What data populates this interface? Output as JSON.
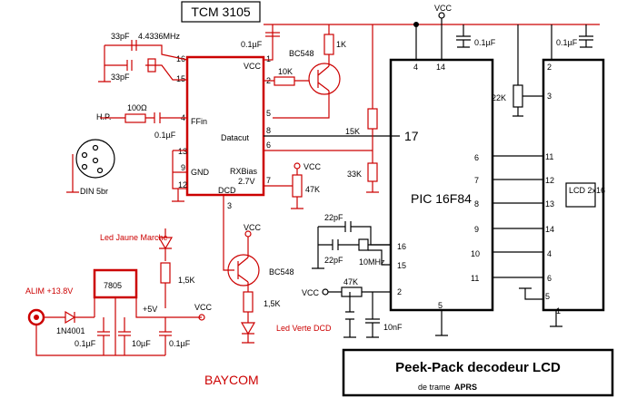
{
  "title_box": "TCM 3105",
  "labels": {
    "vcc_top": "VCC",
    "c_33pf_a": "33pF",
    "xtal_freq": "4.4336MHz",
    "c_33pf_b": "33pF",
    "c_01_tcm": "0.1µF",
    "bc548_top": "BC548",
    "r_1k": "1K",
    "r_10k": "10K",
    "hp": "H.P.",
    "r_100": "100Ω",
    "c_01_hp": "0.1µF",
    "din": "DIN 5br",
    "tcm_vcc": "VCC",
    "tcm_ffin": "FFin",
    "tcm_datacut": "Datacut",
    "tcm_gnd": "GND",
    "tcm_rxbias": "RXBias",
    "tcm_27v": "2.7V",
    "tcm_dcd": "DCD",
    "vcc_pot": "VCC",
    "r_47k_pot": "47K",
    "r_15k": "15K",
    "r_33k": "33K",
    "c_01_pic": "0.1µF",
    "c_01_lcd": "0.1µF",
    "r_22k": "22K",
    "led_jaune": "Led Jaune Marche",
    "vcc_bc": "VCC",
    "bc548_low": "BC548",
    "r_15k_led": "1,5K",
    "r_15k_dcd": "1,5K",
    "led_verte": "Led Verte DCD",
    "alim": "ALIM +13.8V",
    "reg": "7805",
    "d_1n4001": "1N4001",
    "v_5v": "+5V",
    "vcc_reg": "VCC",
    "c_01_a": "0.1µF",
    "c_10u": "10µF",
    "c_01_b": "0.1µF",
    "baycom": "BAYCOM",
    "c_22pf_a": "22pF",
    "c_22pf_b": "22pF",
    "xtal_pic": "10MHz",
    "vcc_reset": "VCC",
    "r_47k_reset": "47K",
    "c_10nf": "10nF",
    "pic_name": "PIC 16F84",
    "lcd_name": "LCD 2x16",
    "pic_pins": {
      "p4": "4",
      "p14": "14",
      "p17": "17",
      "p6": "6",
      "p7": "7",
      "p8": "8",
      "p9": "9",
      "p10": "10",
      "p11": "11",
      "p16": "16",
      "p15": "15",
      "p2": "2",
      "p5": "5"
    },
    "lcd_pins": {
      "p2": "2",
      "p3": "3",
      "p11": "11",
      "p12": "12",
      "p13": "13",
      "p14": "14",
      "p4": "4",
      "p6": "6",
      "p5": "5",
      "p1": "1"
    },
    "tcm_pins": {
      "p16": "16",
      "p15": "15",
      "p1": "1",
      "p2": "2",
      "p5": "5",
      "p4": "4",
      "p8": "8",
      "p6": "6",
      "p13": "13",
      "p9": "9",
      "p12": "12",
      "p7": "7",
      "p3": "3"
    },
    "footer_title": "Peek-Pack decodeur LCD",
    "footer_sub_a": "de trame",
    "footer_sub_b": "APRS"
  }
}
